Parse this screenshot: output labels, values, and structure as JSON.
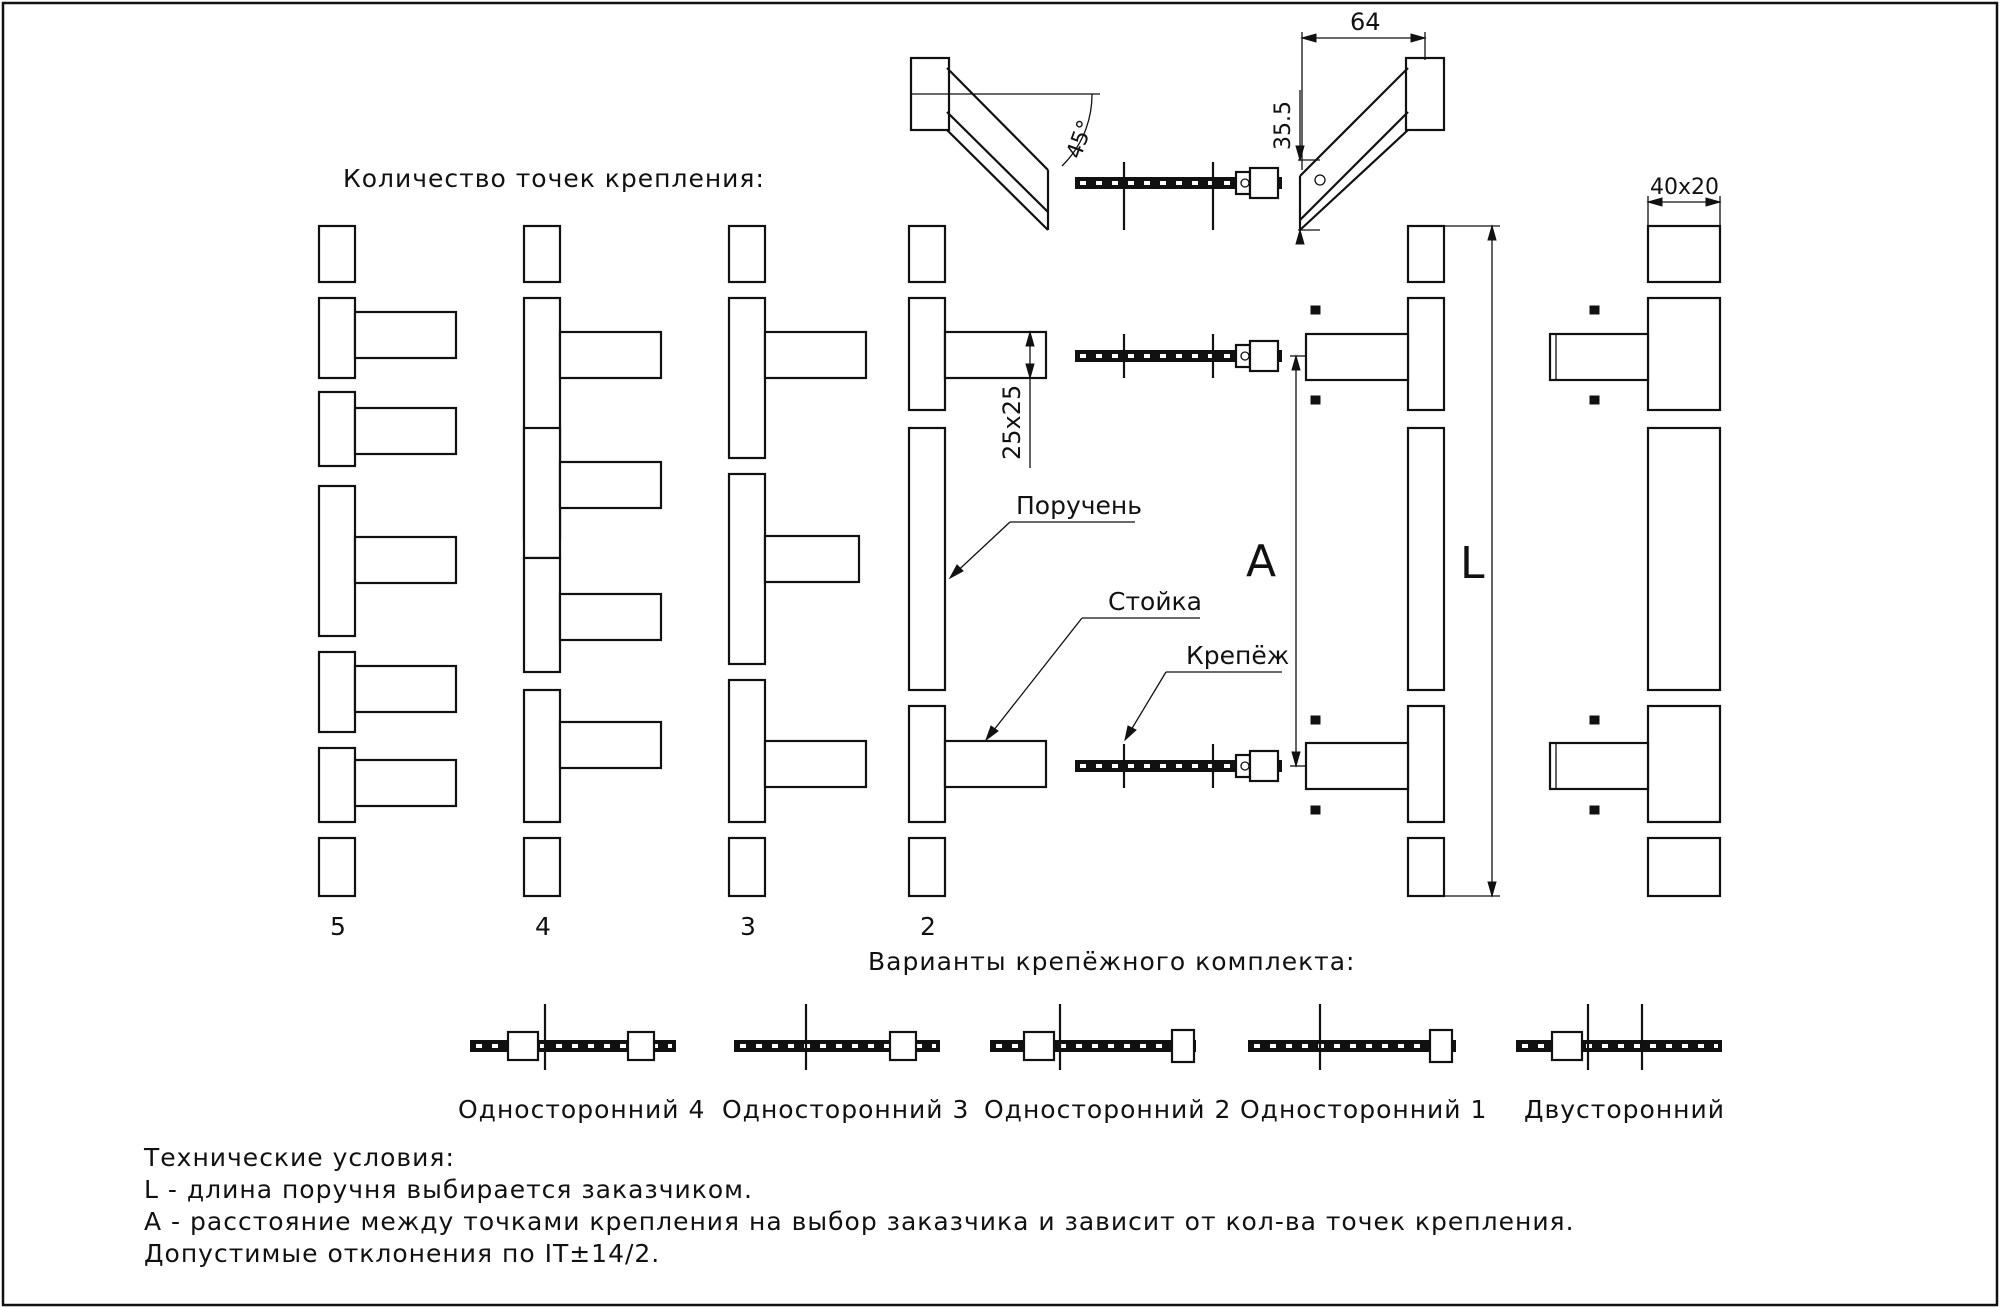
{
  "labels": {
    "mount_points_title": "Количество точек крепления:",
    "variants_title": "Варианты крепёжного комплекта:",
    "count_5": "5",
    "count_4": "4",
    "count_3": "3",
    "count_2": "2",
    "callout_handrail": "Поручень",
    "callout_post": "Стойка",
    "callout_fastener": "Крепёж",
    "dim_A": "A",
    "dim_L": "L",
    "dim_64": "64",
    "dim_35_5": "35.5",
    "dim_45deg": "45°",
    "dim_25x25": "25x25",
    "dim_40x20": "40x20"
  },
  "variants": [
    "Односторонний 4",
    "Односторонний 3",
    "Односторонний 2",
    "Односторонний 1",
    "Двусторонний"
  ],
  "tech_conditions": {
    "title": "Технические условия:",
    "lines": [
      "L - длина поручня выбирается заказчиком.",
      "A - расстояние между точками крепления на выбор заказчика и зависит от кол-ва точек крепления.",
      "Допустимые отклонения по IT±14/2."
    ]
  }
}
